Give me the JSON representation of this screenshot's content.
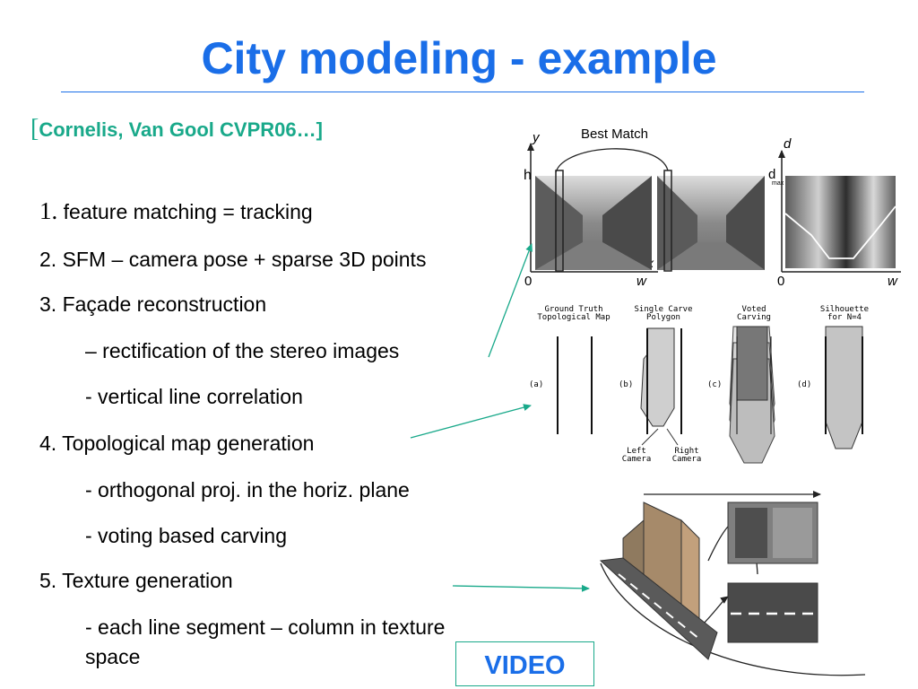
{
  "slide": {
    "title": "City modeling - example",
    "citation_bracket": "[",
    "citation": "Cornelis, Van Gool CVPR06…]",
    "steps": [
      {
        "num": "1.",
        "text": " feature matching = tracking"
      },
      {
        "text": "2. SFM – camera pose + sparse 3D points"
      },
      {
        "text": "3. Façade reconstruction"
      },
      {
        "text": "– rectification of the stereo images"
      },
      {
        "text": "- vertical line correlation"
      },
      {
        "text": "4. Topological map generation"
      },
      {
        "text": "- orthogonal proj. in the horiz. plane"
      },
      {
        "text": "- voting based carving"
      },
      {
        "text": "5. Texture generation"
      },
      {
        "text": "- each line segment – column in texture"
      },
      {
        "text": "space"
      }
    ],
    "video_label": "VIDEO"
  },
  "figure_top": {
    "best_match": "Best Match",
    "y_axis": "y",
    "h_label": "h",
    "zero_left": "0",
    "w_label": "w",
    "x_label": "x",
    "d_axis": "d",
    "dmax_label": "d",
    "dmax_sub": "max",
    "zero_right": "0",
    "w_right": "w"
  },
  "figure_mid": {
    "headers": [
      [
        "Ground Truth",
        "Topological Map"
      ],
      [
        "Single Carve",
        "Polygon"
      ],
      [
        "Voted",
        "Carving"
      ],
      [
        "Silhouette",
        "for N=4"
      ]
    ],
    "panel_letters": [
      "(a)",
      "(b)",
      "(c)",
      "(d)"
    ],
    "left_camera": [
      "Left",
      "Camera"
    ],
    "right_camera": [
      "Right",
      "Camera"
    ]
  },
  "colors": {
    "title": "#1a6ee8",
    "accent": "#19a98a"
  }
}
